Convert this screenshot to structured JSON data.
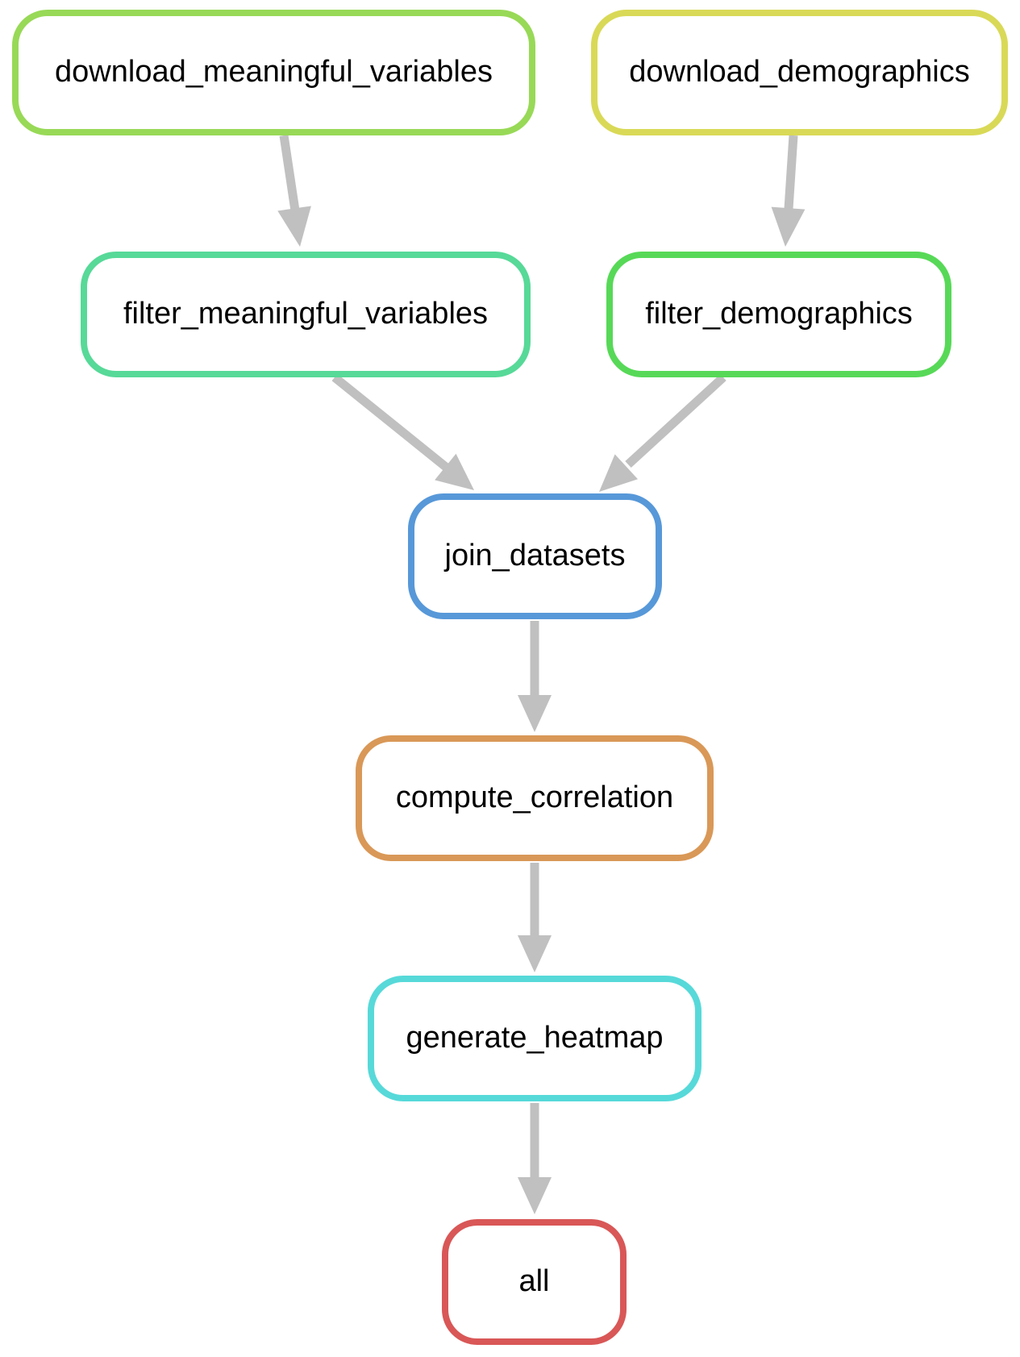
{
  "diagram": {
    "type": "workflow-dag",
    "background": "#ffffff",
    "edge_color": "#c0c0c0",
    "text_color": "#000000",
    "nodes": [
      {
        "id": "download_meaningful_variables",
        "label": "download_meaningful_variables",
        "border_color": "#98d957"
      },
      {
        "id": "download_demographics",
        "label": "download_demographics",
        "border_color": "#d9d957"
      },
      {
        "id": "filter_meaningful_variables",
        "label": "filter_meaningful_variables",
        "border_color": "#57d998"
      },
      {
        "id": "filter_demographics",
        "label": "filter_demographics",
        "border_color": "#57d957"
      },
      {
        "id": "join_datasets",
        "label": "join_datasets",
        "border_color": "#5798d9"
      },
      {
        "id": "compute_correlation",
        "label": "compute_correlation",
        "border_color": "#d99857"
      },
      {
        "id": "generate_heatmap",
        "label": "generate_heatmap",
        "border_color": "#57d9d9"
      },
      {
        "id": "all",
        "label": "all",
        "border_color": "#d95757"
      }
    ],
    "edges": [
      {
        "from": "download_meaningful_variables",
        "to": "filter_meaningful_variables"
      },
      {
        "from": "download_demographics",
        "to": "filter_demographics"
      },
      {
        "from": "filter_meaningful_variables",
        "to": "join_datasets"
      },
      {
        "from": "filter_demographics",
        "to": "join_datasets"
      },
      {
        "from": "join_datasets",
        "to": "compute_correlation"
      },
      {
        "from": "compute_correlation",
        "to": "generate_heatmap"
      },
      {
        "from": "generate_heatmap",
        "to": "all"
      }
    ]
  }
}
